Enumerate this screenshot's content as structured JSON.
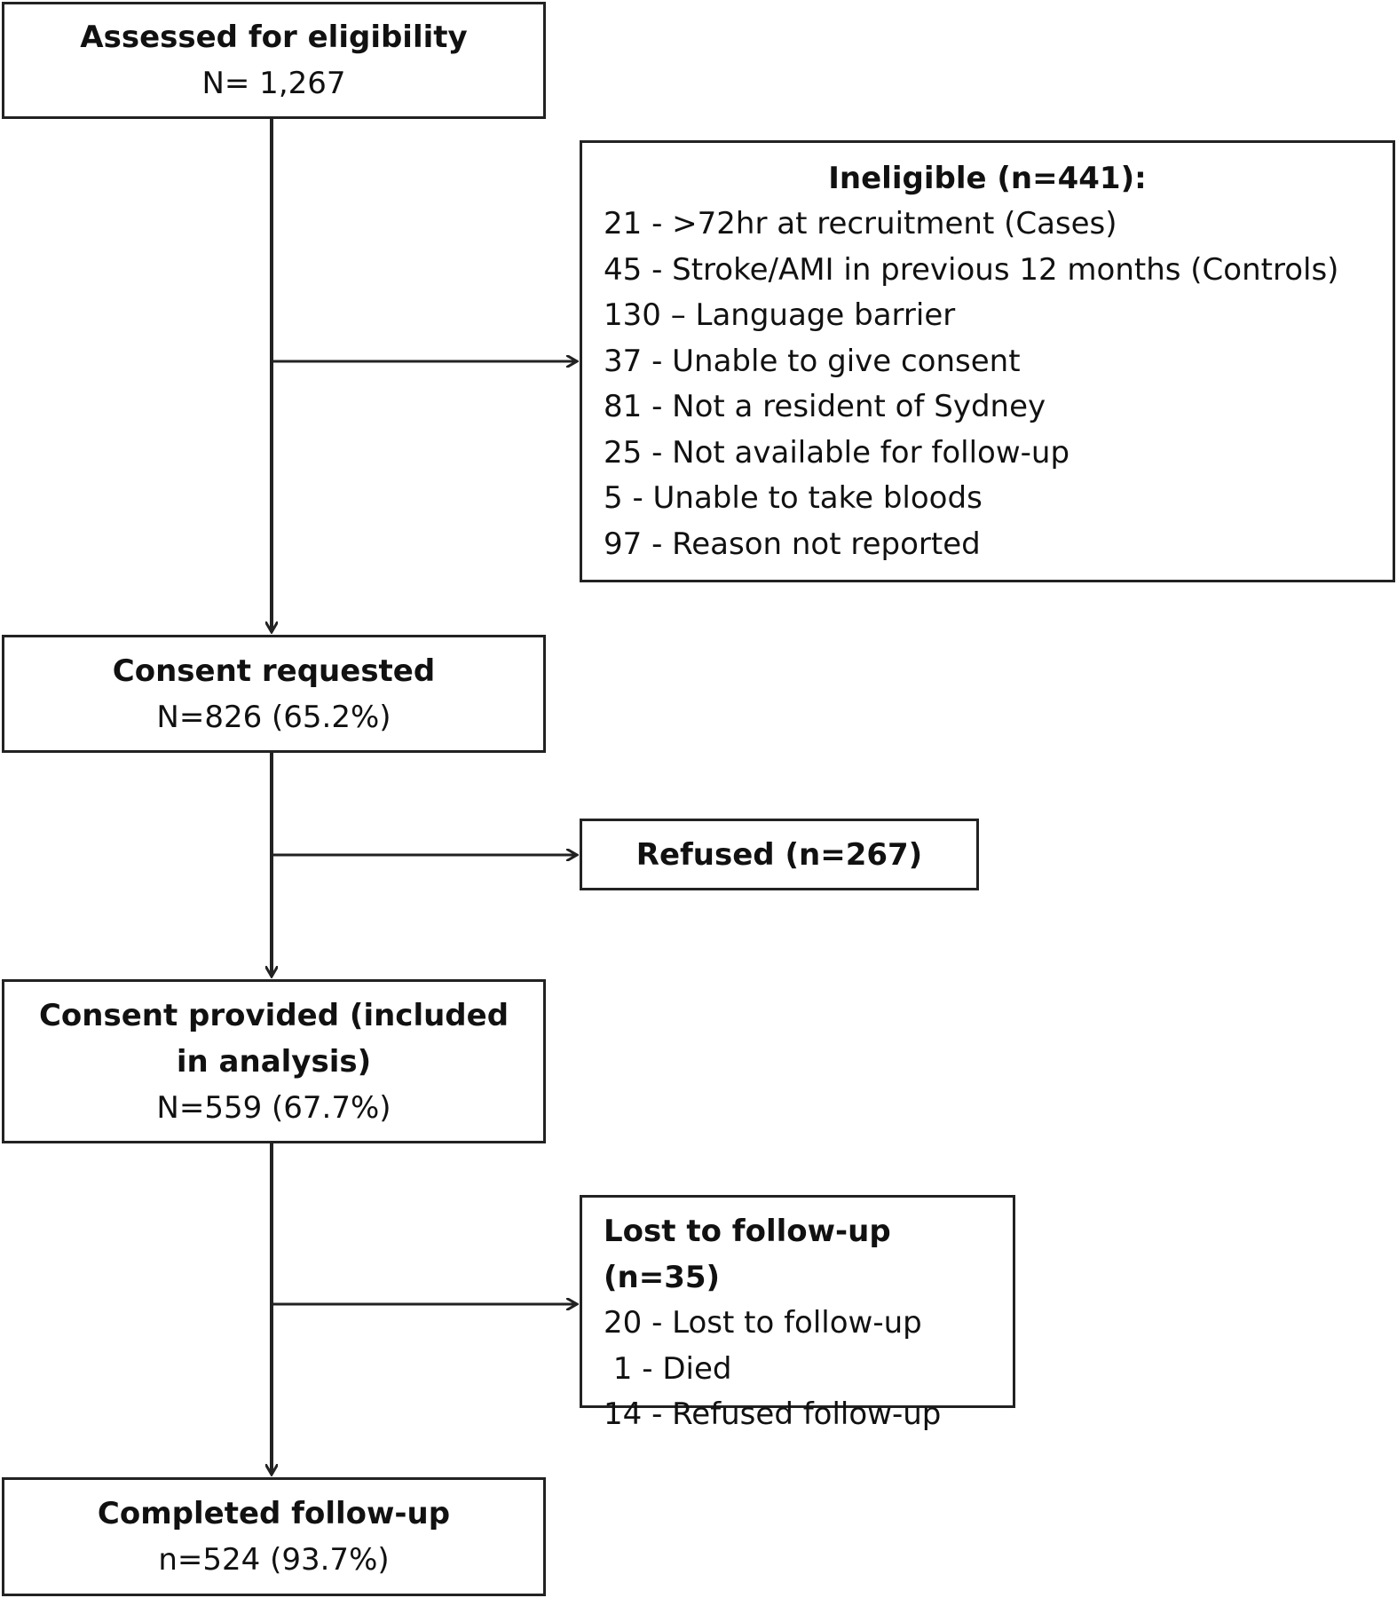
{
  "flow": {
    "assessed": {
      "title": "Assessed for eligibility",
      "count": "N= 1,267"
    },
    "ineligible": {
      "title": "Ineligible (n=441):",
      "items": [
        "21 - >72hr at recruitment (Cases)",
        "45 - Stroke/AMI  in previous 12 months (Controls)",
        "130 – Language barrier",
        "37 - Unable to give consent",
        "81 - Not a resident of Sydney",
        "25 - Not available for follow-up",
        "5 - Unable to  take bloods",
        "97 - Reason not reported"
      ]
    },
    "consent_requested": {
      "title": "Consent requested",
      "count": "N=826 (65.2%)"
    },
    "refused": {
      "title": "Refused (n=267)"
    },
    "consent_provided": {
      "title": "Consent provided (included in analysis)",
      "count": "N=559 (67.7%)"
    },
    "lost": {
      "title": "Lost to follow-up (n=35)",
      "items": [
        "20 - Lost to follow-up",
        " 1 - Died",
        "14 - Refused follow-up"
      ]
    },
    "completed": {
      "title": "Completed follow-up",
      "count": "n=524 (93.7%)"
    }
  }
}
